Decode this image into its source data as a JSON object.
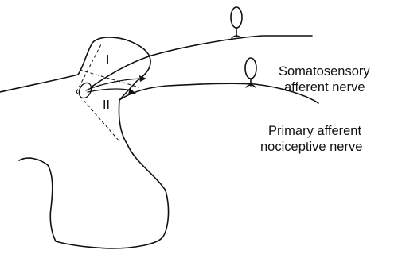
{
  "regions": {
    "upper": "I",
    "lower": "II"
  },
  "nerves": {
    "somatosensory_line1": "Somatosensory",
    "somatosensory_line2": "afferent nerve",
    "nociceptive_line1": "Primary afferent",
    "nociceptive_line2": "nociceptive nerve"
  }
}
